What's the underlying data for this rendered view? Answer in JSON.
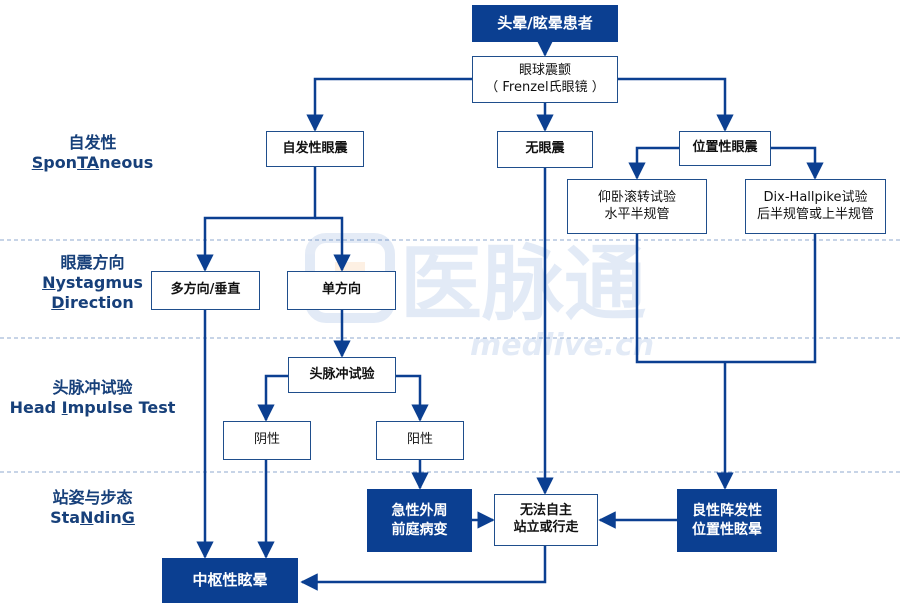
{
  "sections": [
    {
      "cn": "自发性",
      "en_parts": [
        {
          "t": "S",
          "u": true
        },
        {
          "t": "pon",
          "u": false
        },
        {
          "t": "TA",
          "u": true
        },
        {
          "t": "neous",
          "u": false
        }
      ]
    },
    {
      "cn": "眼震方向",
      "en_parts": [
        {
          "t": "N",
          "u": true
        },
        {
          "t": "ystagmus",
          "u": false
        }
      ],
      "en2_parts": [
        {
          "t": "D",
          "u": true
        },
        {
          "t": "irection",
          "u": false
        }
      ]
    },
    {
      "cn": "头脉冲试验",
      "en_parts": [
        {
          "t": "Head ",
          "u": false
        },
        {
          "t": "I",
          "u": true
        },
        {
          "t": "mpulse Test",
          "u": false
        }
      ]
    },
    {
      "cn": "站姿与步态",
      "en_parts": [
        {
          "t": "Sta",
          "u": false
        },
        {
          "t": "N",
          "u": true
        },
        {
          "t": "din",
          "u": false
        },
        {
          "t": "G",
          "u": true
        }
      ]
    }
  ],
  "nodes": {
    "start": "头晕/眩晕患者",
    "nystagmus_line1": "眼球震颤",
    "nystagmus_line2": "（ Frenzel氏眼镜 ）",
    "spontaneous": "自发性眼震",
    "none": "无眼震",
    "positional": "位置性眼震",
    "supine_line1": "仰卧滚转试验",
    "supine_line2": "水平半规管",
    "dix_line1": "Dix-Hallpike试验",
    "dix_line2": "后半规管或上半规管",
    "multi": "多方向/垂直",
    "single": "单方向",
    "hit": "头脉冲试验",
    "negative": "阴性",
    "positive": "阳性",
    "acute_line1": "急性外周",
    "acute_line2": "前庭病变",
    "unable_line1": "无法自主",
    "unable_line2": "站立或行走",
    "bppv_line1": "良性阵发性",
    "bppv_line2": "位置性眩晕",
    "central": "中枢性眩晕"
  },
  "watermark": {
    "text_cn": "医脉通",
    "text_en": "medlive.cn"
  },
  "colors": {
    "line": "#0b3f91",
    "fill": "#0b3f91",
    "divider": "#8fa9cf",
    "label": "#17407a"
  }
}
